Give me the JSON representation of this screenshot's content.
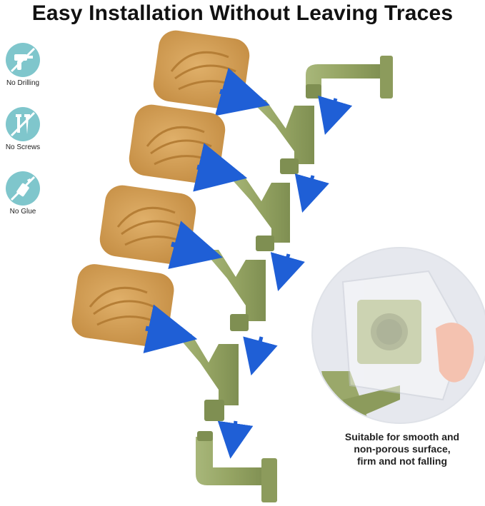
{
  "title": "Easy Installation Without Leaving Traces",
  "features": [
    {
      "label": "No Drilling",
      "icon": "no-drill-icon"
    },
    {
      "label": "No Screws",
      "icon": "no-screw-icon"
    },
    {
      "label": "No Glue",
      "icon": "no-glue-icon"
    }
  ],
  "caption": {
    "line1": "Suitable for smooth and",
    "line2": "non-porous surface,",
    "line3": "firm and not falling"
  },
  "colors": {
    "accent_circle": "#7fc6cc",
    "rack_green": "#9aa86a",
    "fan_tan": "#d2a25a",
    "arrow_blue": "#1f5fd6"
  }
}
